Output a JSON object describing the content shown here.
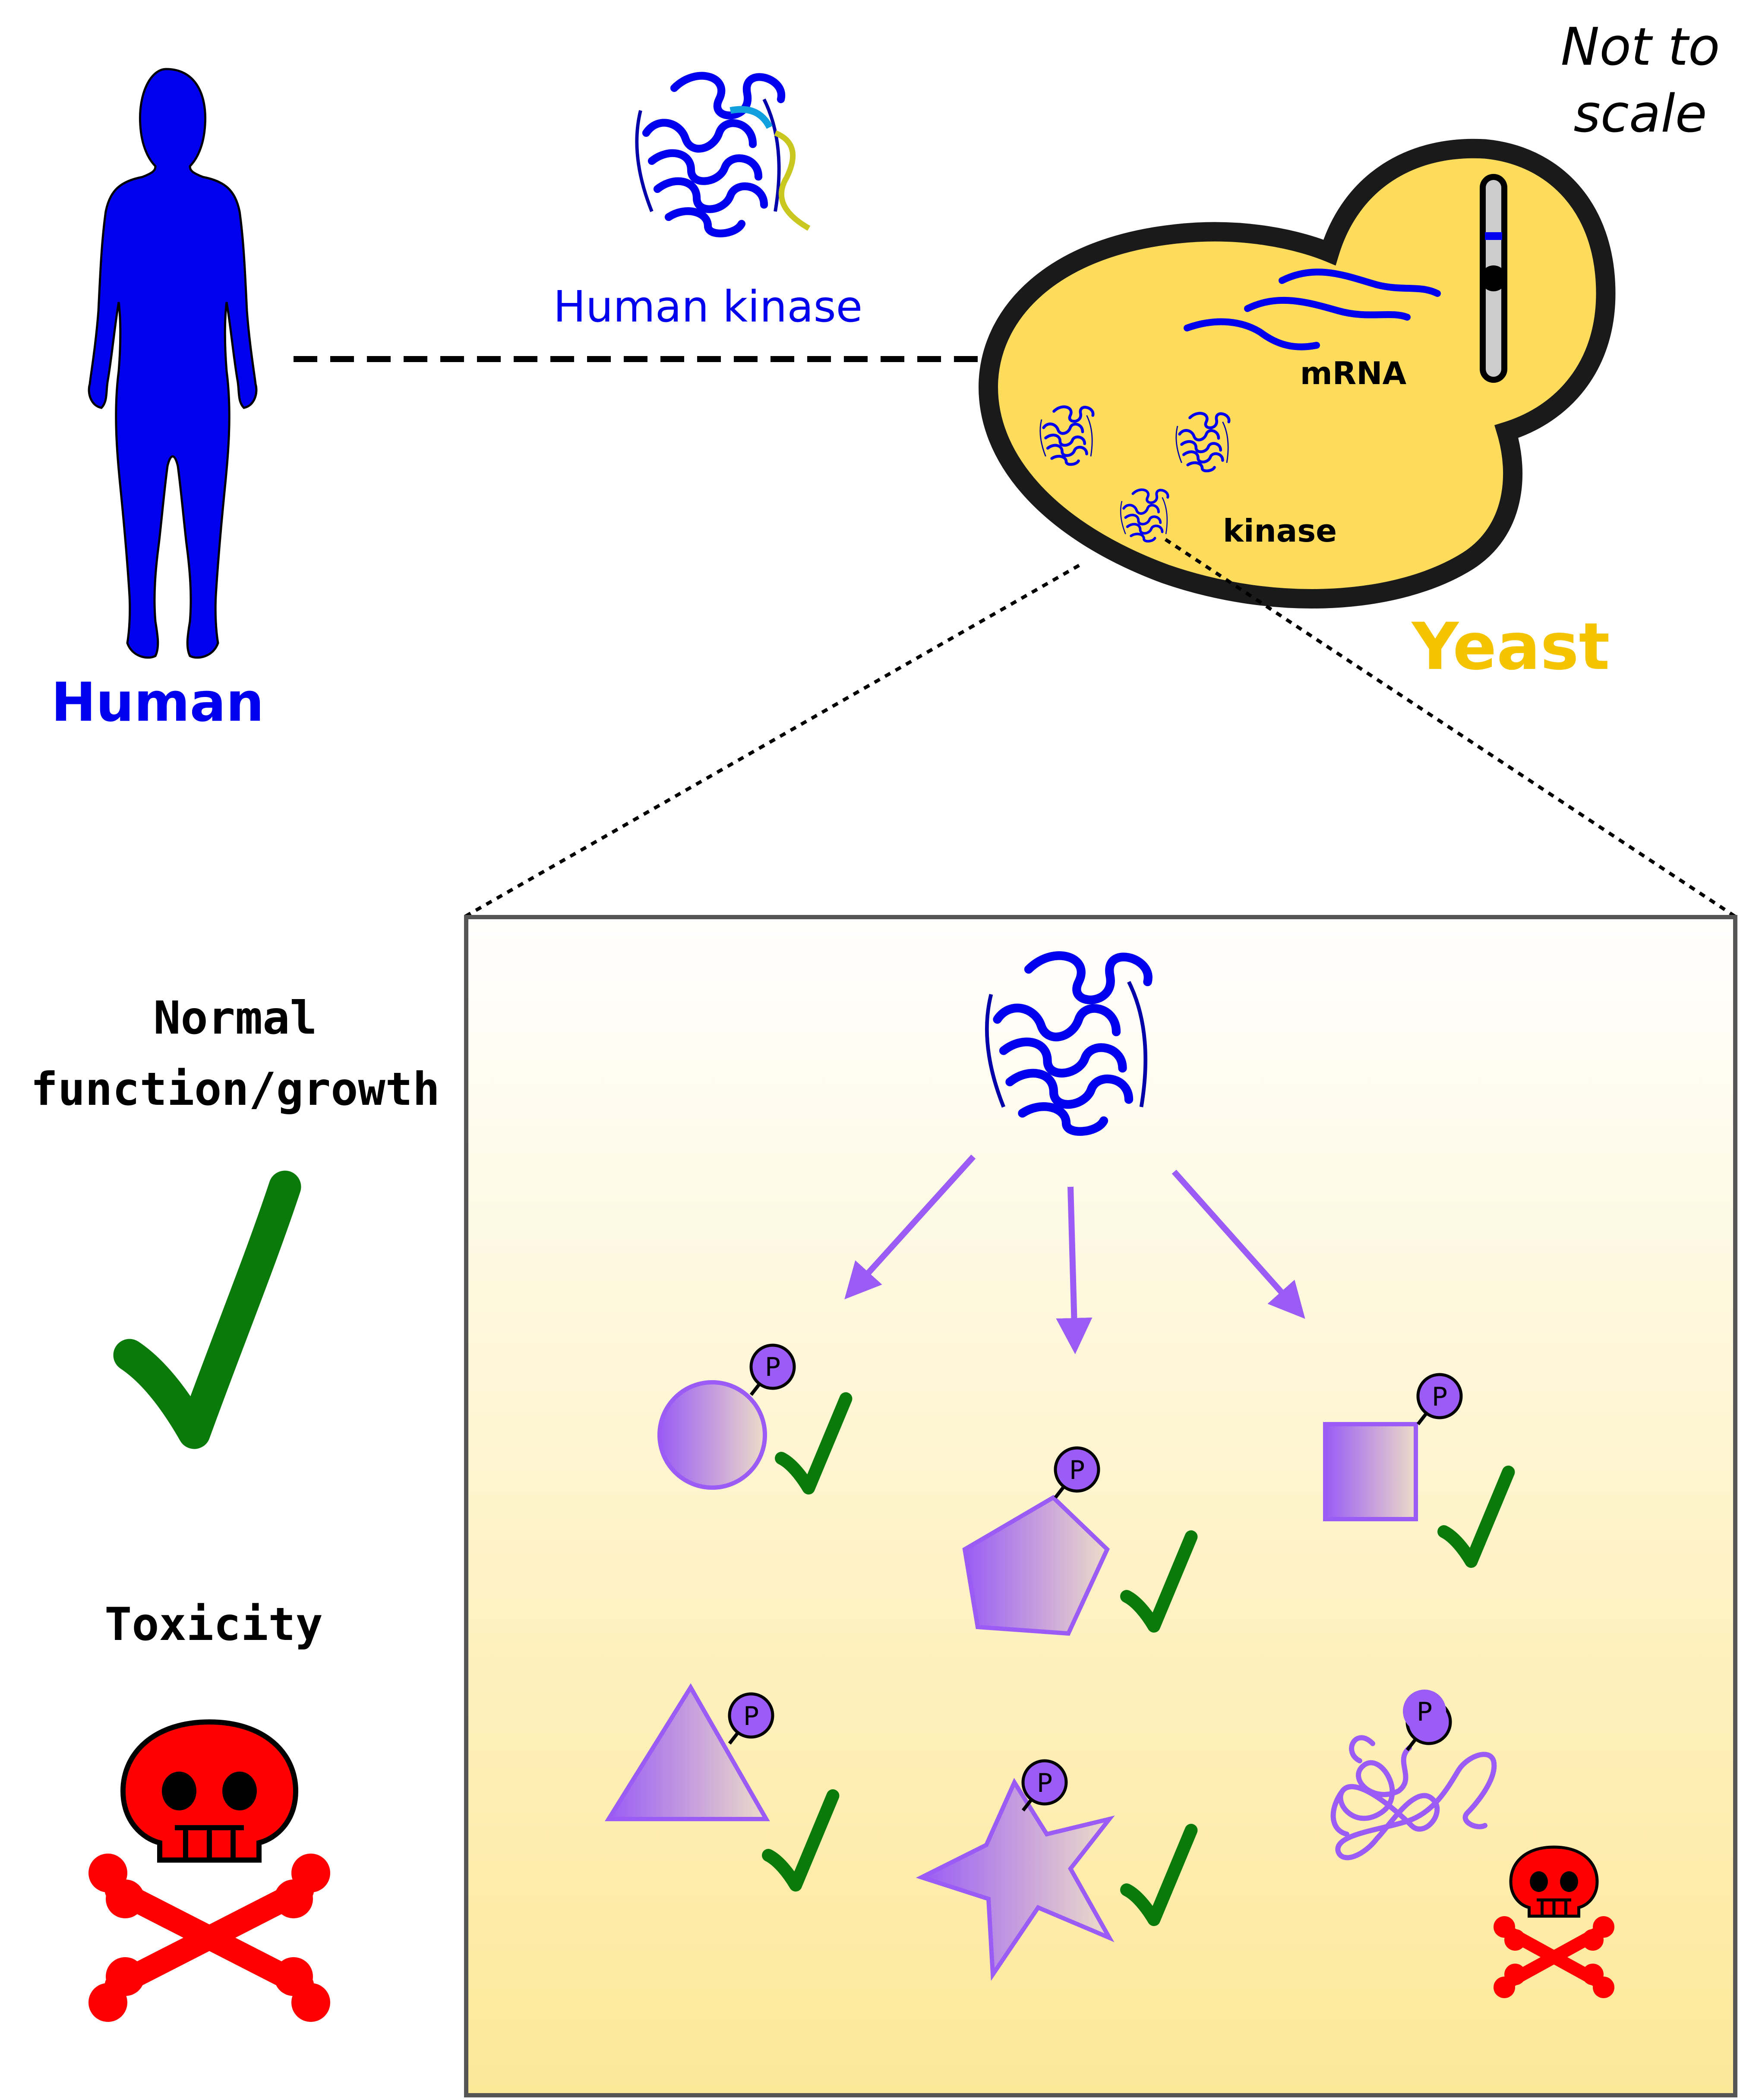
{
  "labels": {
    "human": "Human",
    "human_kinase": "Human kinase",
    "not_to_scale_line1": "Not to",
    "not_to_scale_line2": "scale",
    "mrna": "mRNA",
    "kinase": "kinase",
    "yeast": "Yeast",
    "normal_line1": "Normal",
    "normal_line2": "function/growth",
    "toxicity": "Toxicity",
    "phospho": "P"
  },
  "colors": {
    "human_blue": "#0000ee",
    "yeast_fill": "#fddc5c",
    "yeast_outline": "#1a1a1a",
    "yeast_label": "#f5c400",
    "substrate_purple": "#9a5cf5",
    "substrate_light": "#eedcc8",
    "phospho_fill": "#9a5cf5",
    "check_green": "#0a7a0a",
    "toxic_red": "#ff0000",
    "panel_top": "#ffffff",
    "panel_bottom": "#fde898"
  },
  "icons": {
    "human": "human-silhouette-icon",
    "kinase": "kinase-protein-structure-icon",
    "check": "check-mark-icon",
    "skull": "skull-and-crossbones-icon"
  },
  "substrates": [
    {
      "shape": "circle",
      "status": "phosphorylated, normal"
    },
    {
      "shape": "pentagon",
      "status": "phosphorylated, normal"
    },
    {
      "shape": "square",
      "status": "phosphorylated, normal"
    },
    {
      "shape": "triangle",
      "status": "phosphorylated, normal"
    },
    {
      "shape": "star",
      "status": "phosphorylated, normal"
    },
    {
      "shape": "unfolded",
      "status": "phosphorylated, toxic"
    }
  ]
}
